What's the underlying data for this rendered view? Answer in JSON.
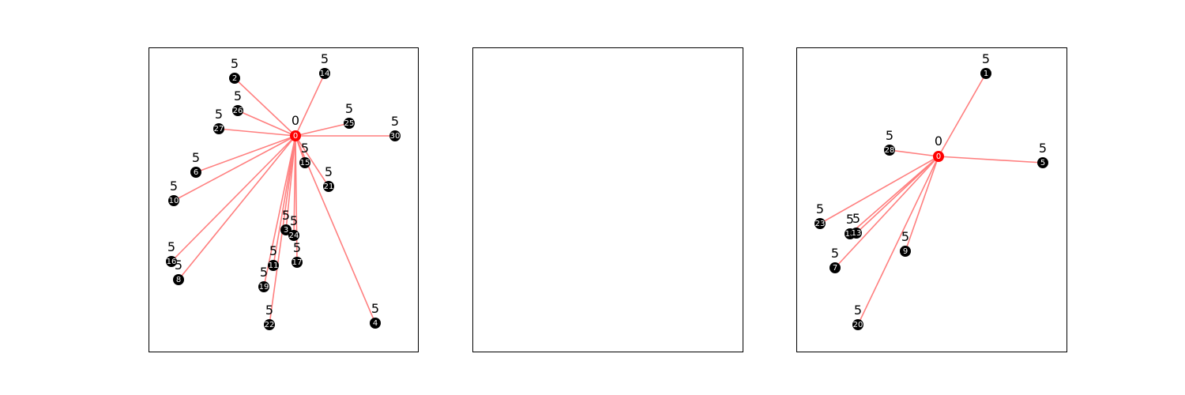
{
  "colors": {
    "center": "#ff0000",
    "node": "#000000",
    "edge": "#ff7f7f",
    "label": "#ffffff"
  },
  "panels": [
    {
      "center": {
        "id": "0",
        "value": "0"
      },
      "nodes": [
        {
          "id": "2",
          "value": "5"
        },
        {
          "id": "14",
          "value": "5"
        },
        {
          "id": "26",
          "value": "5"
        },
        {
          "id": "25",
          "value": "5"
        },
        {
          "id": "27",
          "value": "5"
        },
        {
          "id": "30",
          "value": "5"
        },
        {
          "id": "15",
          "value": "5"
        },
        {
          "id": "6",
          "value": "5"
        },
        {
          "id": "21",
          "value": "5"
        },
        {
          "id": "10",
          "value": "5"
        },
        {
          "id": "3",
          "value": "5"
        },
        {
          "id": "24",
          "value": "5"
        },
        {
          "id": "17",
          "value": "5"
        },
        {
          "id": "16",
          "value": "5"
        },
        {
          "id": "11",
          "value": "5"
        },
        {
          "id": "8",
          "value": "5"
        },
        {
          "id": "19",
          "value": "5"
        },
        {
          "id": "4",
          "value": "5"
        },
        {
          "id": "22",
          "value": "5"
        }
      ]
    },
    {
      "center": null,
      "nodes": []
    },
    {
      "center": {
        "id": "0",
        "value": "0"
      },
      "nodes": [
        {
          "id": "1",
          "value": "5"
        },
        {
          "id": "28",
          "value": "5"
        },
        {
          "id": "5",
          "value": "5"
        },
        {
          "id": "23",
          "value": "5"
        },
        {
          "id": "18",
          "value": "5"
        },
        {
          "id": "13",
          "value": "5"
        },
        {
          "id": "9",
          "value": "5"
        },
        {
          "id": "7",
          "value": "5"
        },
        {
          "id": "20",
          "value": "5"
        }
      ]
    }
  ]
}
